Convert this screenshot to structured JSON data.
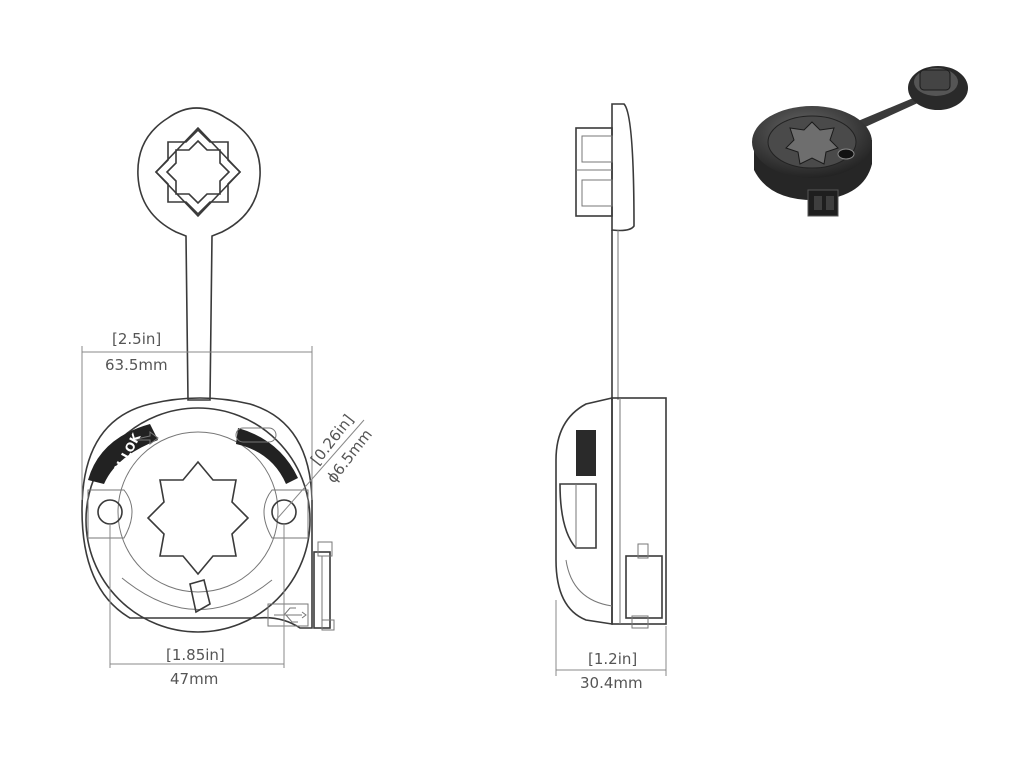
{
  "dimensions": {
    "width_in": "[2.5in]",
    "width_mm": "63.5mm",
    "inner_in": "[1.85in]",
    "inner_mm": "47mm",
    "hole_in": "[0.26in]",
    "hole_mm": "ϕ6.5mm",
    "depth_in": "[1.2in]",
    "depth_mm": "30.4mm"
  },
  "labels": {
    "brand_mark": "U-LOK"
  },
  "colors": {
    "line": "#3a3a3a",
    "dim": "#555555",
    "dark": "#2a2a2a"
  }
}
